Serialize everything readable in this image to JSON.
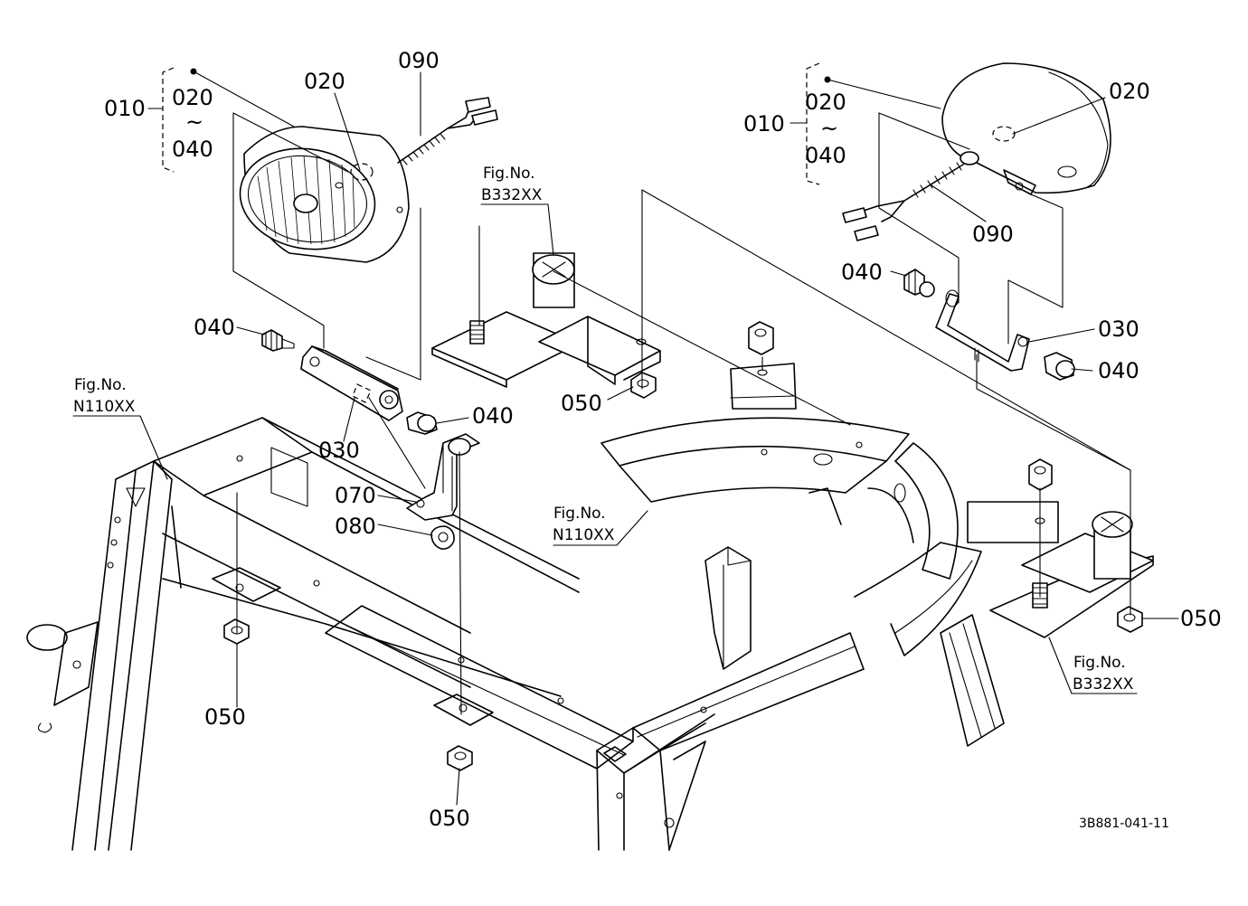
{
  "labels": {
    "l010_left": "010",
    "l020_left_range": "020",
    "tilde_left": "~",
    "l040_left_range": "040",
    "l020_left": "020",
    "l090_left": "090",
    "l010_right": "010",
    "l020_right_range": "020",
    "tilde_right": "~",
    "l040_right_range": "040",
    "l020_right": "020",
    "l090_right": "090",
    "l040_a": "040",
    "l040_b": "040",
    "l040_c": "040",
    "l040_d": "040",
    "l030_left": "030",
    "l030_right": "030",
    "l050_a": "050",
    "l050_b": "050",
    "l050_c": "050",
    "l050_d": "050",
    "l070": "070",
    "l080": "080"
  },
  "figrefs": {
    "fig_top_title": "Fig.No.",
    "fig_top_code": "B332XX",
    "fig_left_title": "Fig.No.",
    "fig_left_code": "N110XX",
    "fig_mid_title": "Fig.No.",
    "fig_mid_code": "N110XX",
    "fig_right_title": "Fig.No.",
    "fig_right_code": "B332XX"
  },
  "drawing_number": "3B881-041-11"
}
